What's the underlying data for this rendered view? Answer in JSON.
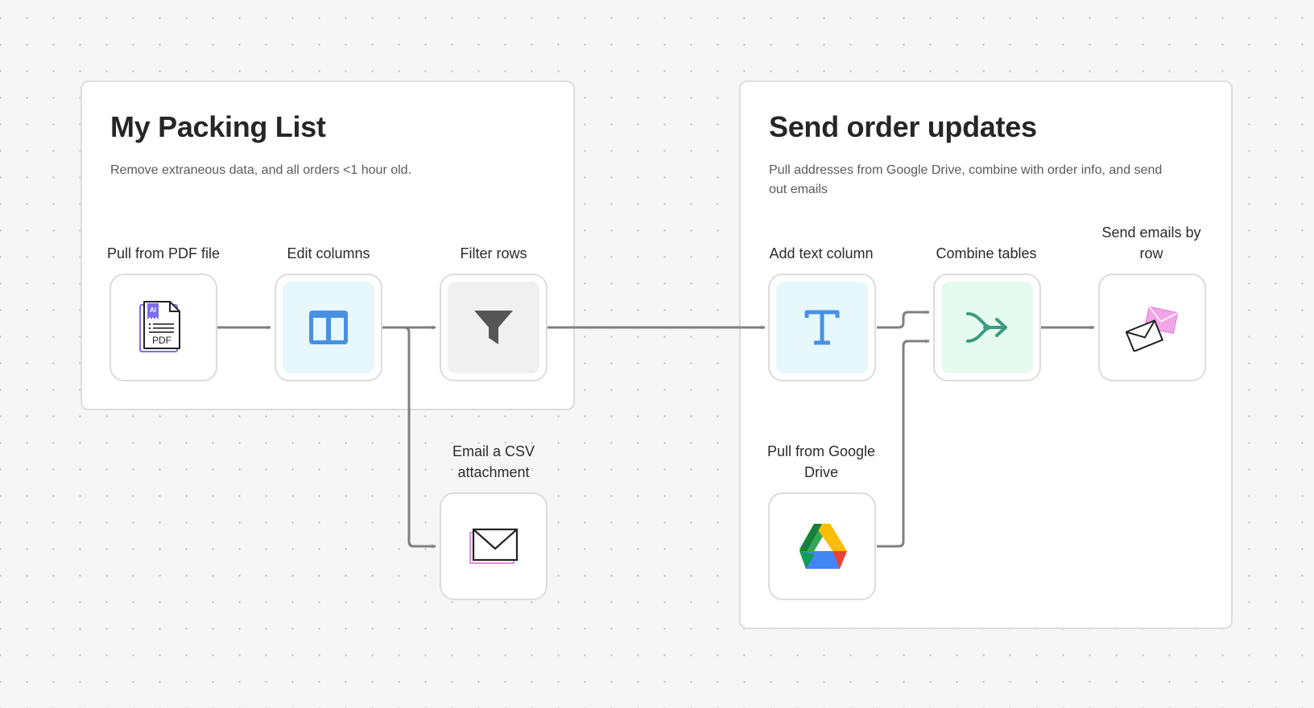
{
  "groups": [
    {
      "title": "My Packing List",
      "description": "Remove extraneous data, and all orders <1 hour old."
    },
    {
      "title": "Send order updates",
      "description": "Pull addresses from Google Drive, combine with order info, and send out emails"
    }
  ],
  "nodes": {
    "pull_pdf": {
      "label": "Pull from PDF file",
      "icon": "pdf-file-icon",
      "icon_text": "PDF",
      "badge_text": "AI"
    },
    "edit_columns": {
      "label": "Edit columns",
      "icon": "columns-icon"
    },
    "filter_rows": {
      "label": "Filter rows",
      "icon": "filter-funnel-icon"
    },
    "email_csv": {
      "label": "Email a CSV attachment",
      "icon": "envelope-icon"
    },
    "add_text_column": {
      "label": "Add text column",
      "icon": "text-t-icon"
    },
    "combine_tables": {
      "label": "Combine tables",
      "icon": "merge-arrow-icon"
    },
    "send_emails": {
      "label": "Send emails by row",
      "icon": "envelopes-icon"
    },
    "pull_drive": {
      "label": "Pull from Google Drive",
      "icon": "google-drive-icon"
    }
  },
  "colors": {
    "connector": "#808080",
    "columns_icon": "#4a90e2",
    "columns_bg": "#e6f8fc",
    "filter_icon": "#555555",
    "filter_bg": "#f0f0f0",
    "text_icon": "#4a90e2",
    "text_bg": "#e6f8fc",
    "combine_icon": "#3f9a80",
    "combine_bg": "#e6fbef",
    "pdf_accent": "#7b6cf0",
    "email_accent": "#e88be0"
  }
}
